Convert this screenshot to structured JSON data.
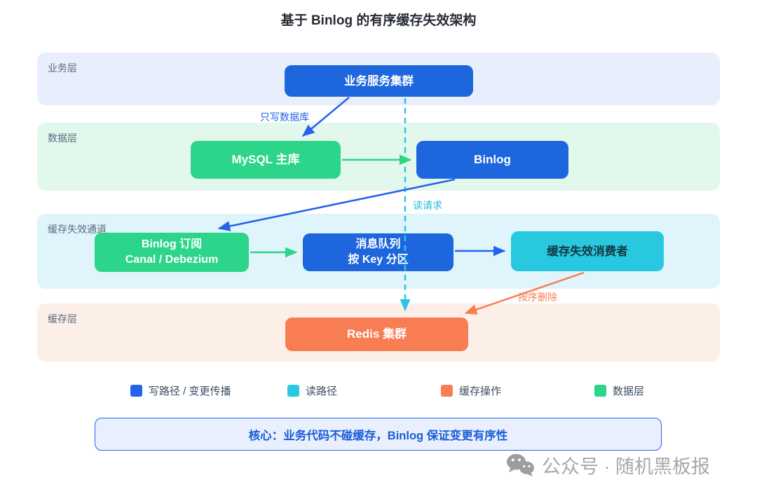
{
  "title": "基于 Binlog 的有序缓存失效架构",
  "layers": {
    "business": {
      "label": "业务层",
      "bg": "#e8eefb"
    },
    "data": {
      "label": "数据层",
      "bg": "#e3f8ec"
    },
    "channel": {
      "label": "缓存失效通道",
      "bg": "#dff5fb"
    },
    "cache": {
      "label": "缓存层",
      "bg": "#fcefe8"
    }
  },
  "nodes": {
    "app_cluster": {
      "label": "业务服务集群",
      "color": "#1e66dd"
    },
    "mysql": {
      "label": "MySQL 主库",
      "color": "#2cd589"
    },
    "binlog": {
      "label": "Binlog",
      "color": "#1e66dd"
    },
    "subscriber": {
      "line1": "Binlog 订阅",
      "line2": "Canal / Debezium",
      "color": "#2cd589"
    },
    "queue": {
      "line1": "消息队列",
      "line2": "按 Key 分区",
      "color": "#1e66dd"
    },
    "consumer": {
      "label": "缓存失效消费者",
      "color": "#28c9e0"
    },
    "redis": {
      "label": "Redis 集群",
      "color": "#f97d52"
    }
  },
  "edge_labels": {
    "write_db": "只写数据库",
    "read_request": "读请求",
    "ordered_delete": "按序删除"
  },
  "edge_colors": {
    "write_path": "#2563eb",
    "read_path": "#2cc5e2",
    "cache_op": "#f97d52",
    "data_flow": "#2cd589"
  },
  "legend": [
    {
      "label": "写路径 / 变更传播",
      "color": "#2563eb"
    },
    {
      "label": "读路径",
      "color": "#28c9e0"
    },
    {
      "label": "缓存操作",
      "color": "#f97d52"
    },
    {
      "label": "数据层",
      "color": "#2cd589"
    }
  ],
  "note": "核心：业务代码不碰缓存，Binlog 保证变更有序性",
  "watermark": "公众号 · 随机黑板报"
}
